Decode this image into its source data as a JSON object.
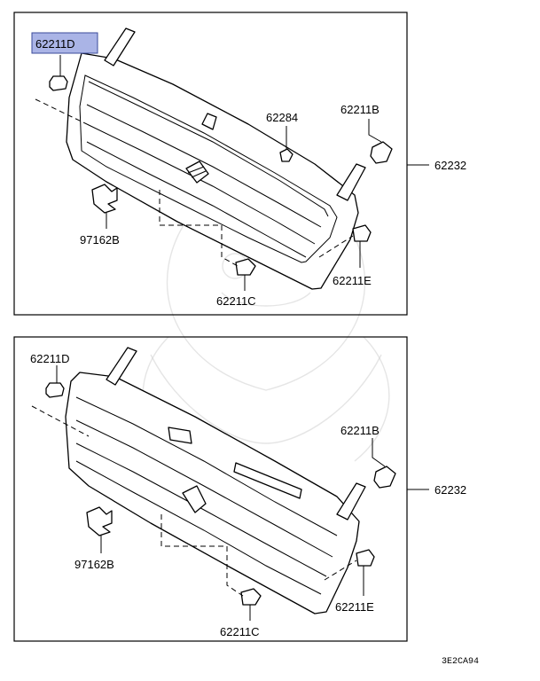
{
  "top_panel": {
    "labels": {
      "d": "62211D",
      "bolt": "62284",
      "b": "62211B",
      "grille": "62232",
      "emblem": "97162B",
      "c": "62211C",
      "e": "62211E"
    },
    "highlighted": "62211D"
  },
  "bottom_panel": {
    "labels": {
      "d": "62211D",
      "b": "62211B",
      "grille": "62232",
      "emblem": "97162B",
      "c": "62211C",
      "e": "62211E"
    }
  },
  "diagram_code": "3E2CA94",
  "colors": {
    "highlight_fill": "#aab4e6",
    "highlight_border": "#3a4a9a",
    "watermark": "#cfcfcf"
  }
}
